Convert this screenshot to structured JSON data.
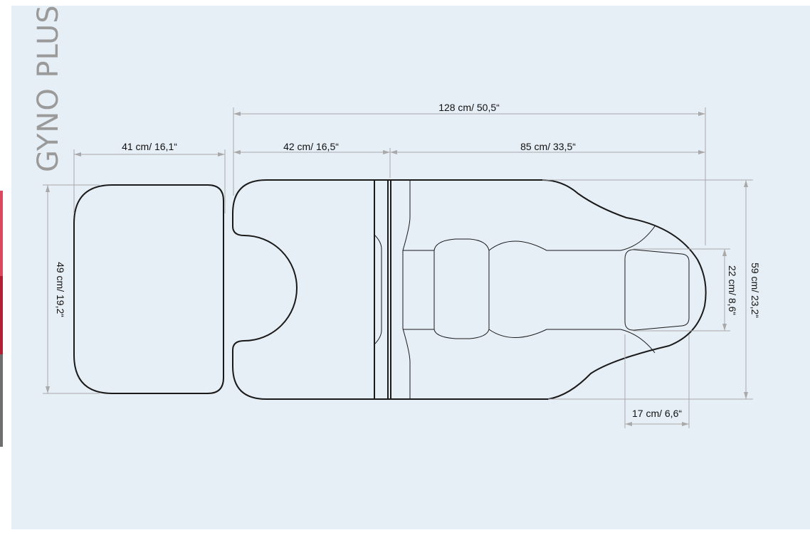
{
  "brand": {
    "name": "GYNO PLUS"
  },
  "dimensions": {
    "total_length": "128 cm/ 50,5“",
    "head_section_length": "41 cm/ 16,1“",
    "back_section_length": "42 cm/ 16,5“",
    "seat_section_length": "85 cm/ 33,5“",
    "head_section_width": "49 cm/ 19,2“",
    "total_width": "59 cm/ 23,2“",
    "cutout_width": "22 cm/ 8,6“",
    "cutout_length": "17 cm/ 6,6“"
  },
  "colors": {
    "background": "#e6eff6",
    "outline": "#1a1a1a",
    "dimension_line": "#a9a9a9",
    "brand_text": "#9a9a9a",
    "accent_red": "#c0203a"
  }
}
